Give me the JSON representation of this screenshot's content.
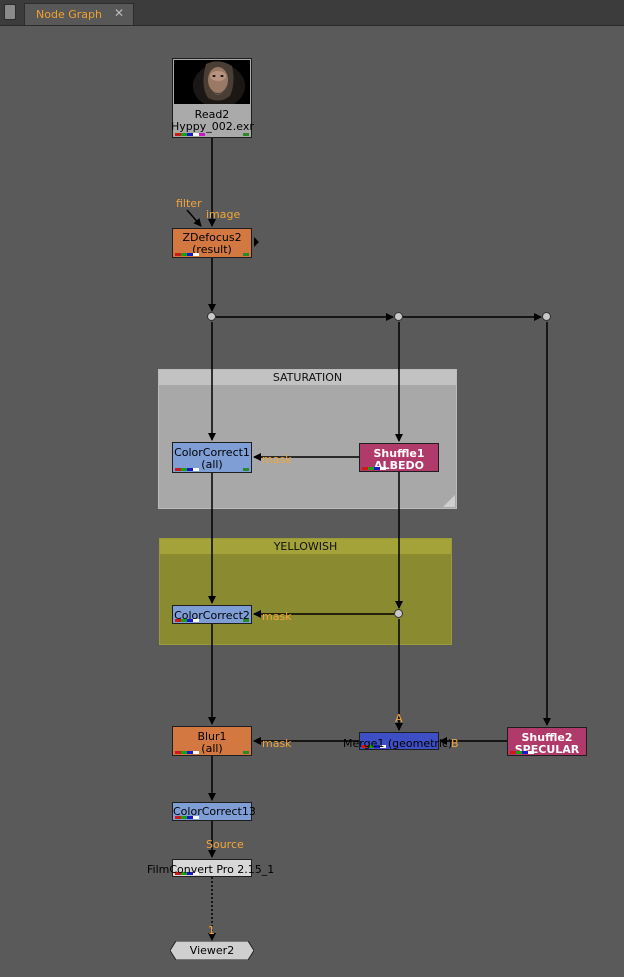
{
  "tab": {
    "label": "Node Graph",
    "close": "✕"
  },
  "backdrops": {
    "saturation": "SATURATION",
    "yellowish": "YELLOWISH"
  },
  "nodes": {
    "read": {
      "name": "Read2",
      "file": "Hyppy_002.exr"
    },
    "zdefocus": {
      "name": "ZDefocus2",
      "sub": "(result)"
    },
    "colorcorrect1": {
      "name": "ColorCorrect1",
      "sub": "(all)"
    },
    "shuffle1": {
      "name": "Shuffle1",
      "sub": "ALBEDO"
    },
    "colorcorrect2": {
      "name": "ColorCorrect2"
    },
    "blur": {
      "name": "Blur1",
      "sub": "(all)"
    },
    "merge": {
      "name": "Merge1 (geometric)"
    },
    "shuffle2": {
      "name": "Shuffle2",
      "sub": "SPECULAR"
    },
    "colorcorrect13": {
      "name": "ColorCorrect13"
    },
    "filmconvert": {
      "name": "FilmConvert Pro 2.15_1"
    },
    "viewer": {
      "name": "Viewer2"
    }
  },
  "edge_labels": {
    "filter": "filter",
    "image": "image",
    "mask_cc1": "mask",
    "mask_cc2": "mask",
    "mask_blur": "mask",
    "merge_a": "A",
    "merge_b": "B",
    "source": "Source",
    "viewer_input": "1"
  },
  "colors": {
    "accent": "#f0a030",
    "background": "#5a5a5a",
    "orange_node": "#d27840",
    "blue_node": "#7f9ed6",
    "shuffle_node": "#b03a6a",
    "merge_node": "#3e4fc6"
  }
}
